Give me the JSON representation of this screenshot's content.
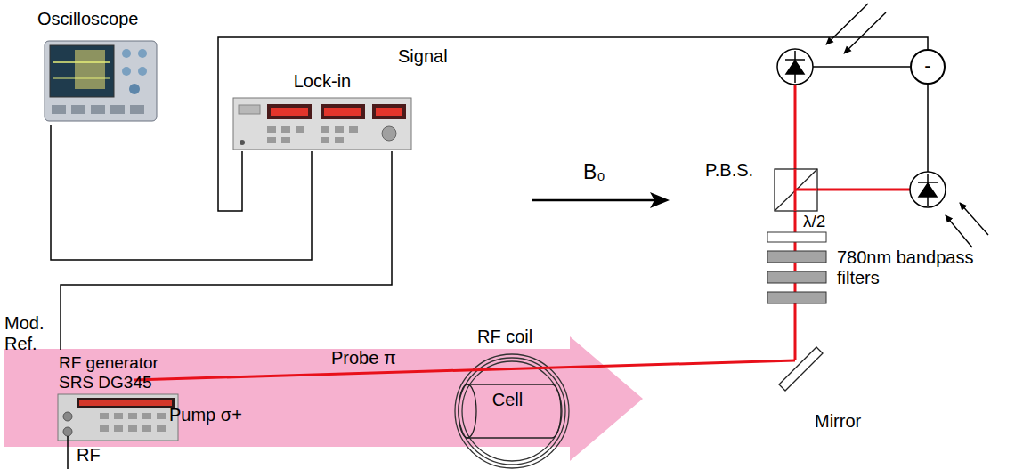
{
  "diagram": {
    "nodes": [
      {
        "text": [
          "Oscilloscope"
        ]
      },
      {
        "text": [
          "Lock-in"
        ]
      },
      {
        "text": [
          "-"
        ]
      },
      {
        "text": [
          "RF generator SRS DG345"
        ]
      },
      {
        "text": [
          "Cell"
        ]
      }
    ],
    "edges": [
      {
        "from": 2,
        "to": 1,
        "arrow": "none",
        "label": "Signal"
      },
      {
        "from": 1,
        "to": 0,
        "arrow": "none"
      },
      {
        "from": 3,
        "to": 1,
        "arrow": "none"
      }
    ],
    "labels": [
      "B₀",
      "Mod. Ref.",
      "RF",
      "RF coil",
      "Probe π",
      "Pump σ+",
      "P.B.S.",
      "λ/2",
      "780nm bandpass filters",
      "Mirror"
    ]
  }
}
